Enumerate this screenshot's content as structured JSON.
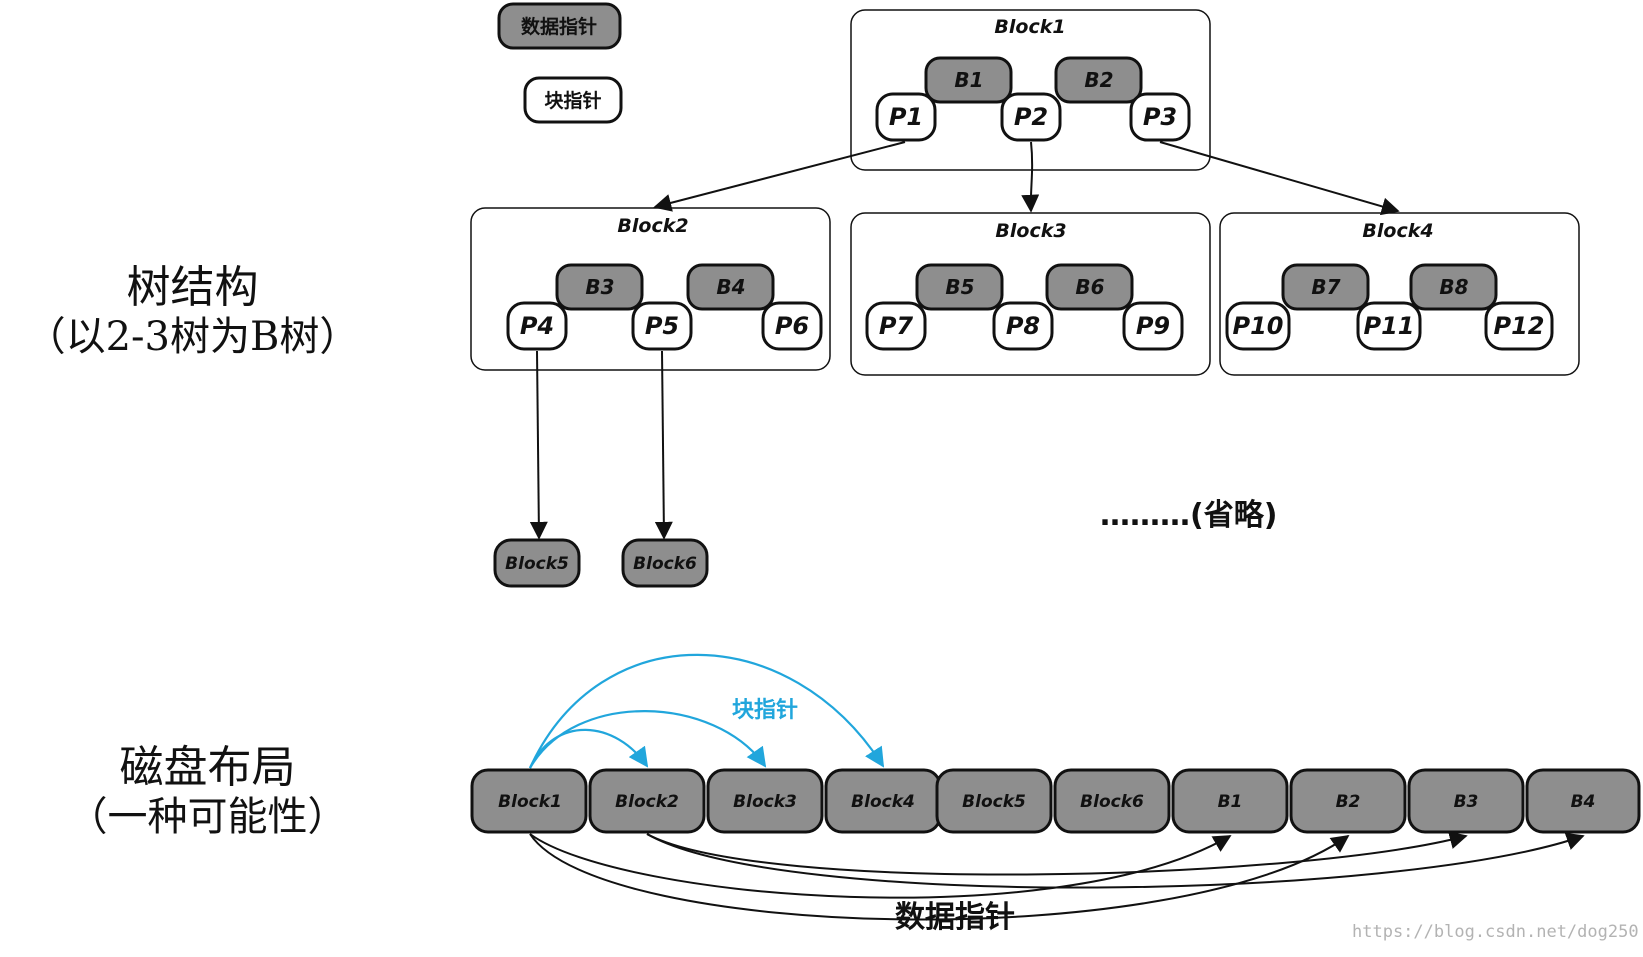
{
  "legend": {
    "data_pointer": "数据指针",
    "block_pointer": "块指针"
  },
  "tree": {
    "section_title": "树结构",
    "section_subtitle": "（以2-3树为B树）",
    "blocks": [
      {
        "name": "Block1",
        "keys": [
          "B1",
          "B2"
        ],
        "pointers": [
          "P1",
          "P2",
          "P3"
        ]
      },
      {
        "name": "Block2",
        "keys": [
          "B3",
          "B4"
        ],
        "pointers": [
          "P4",
          "P5",
          "P6"
        ]
      },
      {
        "name": "Block3",
        "keys": [
          "B5",
          "B6"
        ],
        "pointers": [
          "P7",
          "P8",
          "P9"
        ]
      },
      {
        "name": "Block4",
        "keys": [
          "B7",
          "B8"
        ],
        "pointers": [
          "P10",
          "P11",
          "P12"
        ]
      }
    ],
    "leaf_blocks": [
      "Block5",
      "Block6"
    ],
    "ellipsis": "………(省略)"
  },
  "disk": {
    "section_title": "磁盘布局",
    "section_subtitle": "（一种可能性）",
    "cells": [
      "Block1",
      "Block2",
      "Block3",
      "Block4",
      "Block5",
      "Block6",
      "B1",
      "B2",
      "B3",
      "B4"
    ],
    "block_pointer_label": "块指针",
    "data_pointer_label": "数据指针"
  },
  "colors": {
    "gray_fill": "#8e8e8e",
    "white_fill": "#ffffff",
    "outline": "#111111",
    "block_pointer_arrow": "#21a6dc"
  },
  "watermark": "https://blog.csdn.net/dog250"
}
